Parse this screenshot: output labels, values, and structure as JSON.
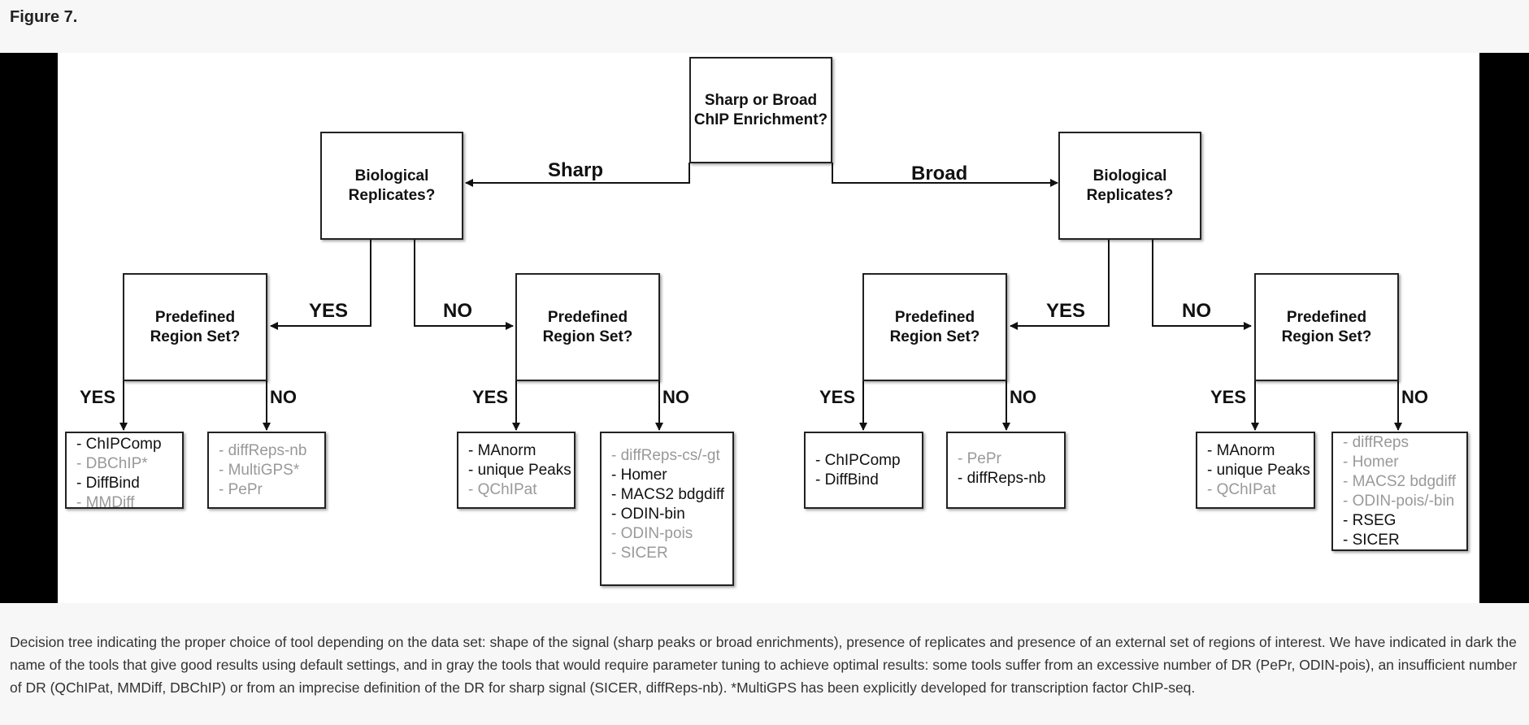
{
  "figure_label": "Figure 7.",
  "root": {
    "line1": "Sharp or Broad",
    "line2": "ChIP Enrichment?"
  },
  "branches": {
    "sharp": "Sharp",
    "broad": "Broad"
  },
  "bio_q": {
    "line1": "Biological",
    "line2": "Replicates?"
  },
  "region_q": {
    "line1": "Predefined",
    "line2": "Region Set?"
  },
  "answers": {
    "yes": "YES",
    "no": "NO"
  },
  "leaves": {
    "sharp_yes_yes": [
      {
        "text": "- ChIPComp",
        "tone": "dark"
      },
      {
        "text": "- DBChIP*",
        "tone": "gray"
      },
      {
        "text": "- DiffBind",
        "tone": "dark"
      },
      {
        "text": "- MMDiff",
        "tone": "gray"
      }
    ],
    "sharp_yes_no": [
      {
        "text": "- diffReps-nb",
        "tone": "gray"
      },
      {
        "text": "- MultiGPS*",
        "tone": "gray"
      },
      {
        "text": "- PePr",
        "tone": "gray"
      }
    ],
    "sharp_no_yes": [
      {
        "text": "- MAnorm",
        "tone": "dark"
      },
      {
        "text": "- unique Peaks",
        "tone": "dark"
      },
      {
        "text": "- QChIPat",
        "tone": "gray"
      }
    ],
    "sharp_no_no": [
      {
        "text": "- diffReps-cs/-gt",
        "tone": "gray"
      },
      {
        "text": "- Homer",
        "tone": "dark"
      },
      {
        "text": "- MACS2 bdgdiff",
        "tone": "dark"
      },
      {
        "text": "- ODIN-bin",
        "tone": "dark"
      },
      {
        "text": "- ODIN-pois",
        "tone": "gray"
      },
      {
        "text": "- SICER",
        "tone": "gray"
      }
    ],
    "broad_yes_yes": [
      {
        "text": "- ChIPComp",
        "tone": "dark"
      },
      {
        "text": "- DiffBind",
        "tone": "dark"
      }
    ],
    "broad_yes_no": [
      {
        "text": "- PePr",
        "tone": "gray"
      },
      {
        "text": "- diffReps-nb",
        "tone": "dark"
      }
    ],
    "broad_no_yes": [
      {
        "text": "- MAnorm",
        "tone": "dark"
      },
      {
        "text": "- unique Peaks",
        "tone": "dark"
      },
      {
        "text": "- QChIPat",
        "tone": "gray"
      }
    ],
    "broad_no_no": [
      {
        "text": "- diffReps",
        "tone": "gray"
      },
      {
        "text": "- Homer",
        "tone": "gray"
      },
      {
        "text": "- MACS2 bdgdiff",
        "tone": "gray"
      },
      {
        "text": "- ODIN-pois/-bin",
        "tone": "gray"
      },
      {
        "text": "- RSEG",
        "tone": "dark"
      },
      {
        "text": "- SICER",
        "tone": "dark"
      }
    ]
  },
  "colors": {
    "dark_tool": "#111111",
    "gray_tool": "#999999",
    "frame": "#000000"
  },
  "caption": "Decision tree indicating the proper choice of tool depending on the data set: shape of the signal (sharp peaks or broad enrichments), presence of replicates and presence of an external set of regions of interest. We have indicated in dark the name of the tools that give good results using default settings, and in gray the tools that would require parameter tuning to achieve optimal results: some tools suffer from an excessive number of DR (PePr, ODIN-pois), an insufficient number of DR (QChIPat, MMDiff, DBChIP) or from an imprecise definition of the DR for sharp signal (SICER, diffReps-nb). *MultiGPS has been explicitly developed for transcription factor ChIP-seq."
}
